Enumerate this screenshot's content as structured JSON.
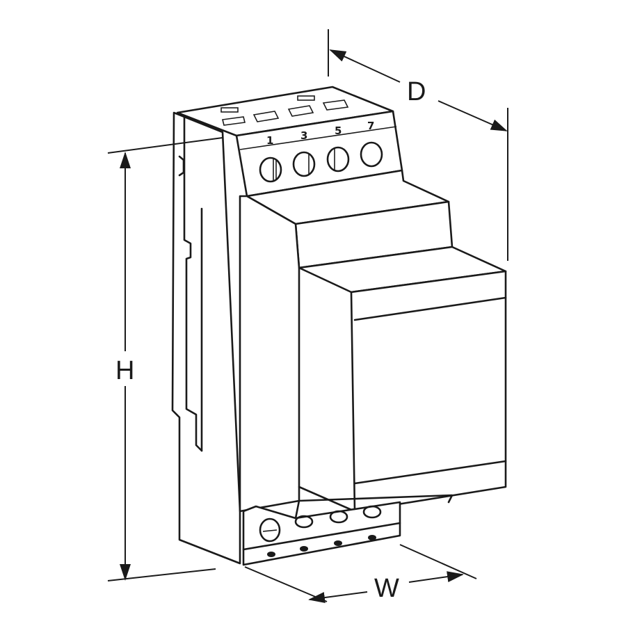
{
  "dimensions": {
    "depth_label": "D",
    "height_label": "H",
    "width_label": "W"
  },
  "terminals_top": [
    "1",
    "3",
    "5",
    "7"
  ],
  "line_color": "#1a1a1a"
}
